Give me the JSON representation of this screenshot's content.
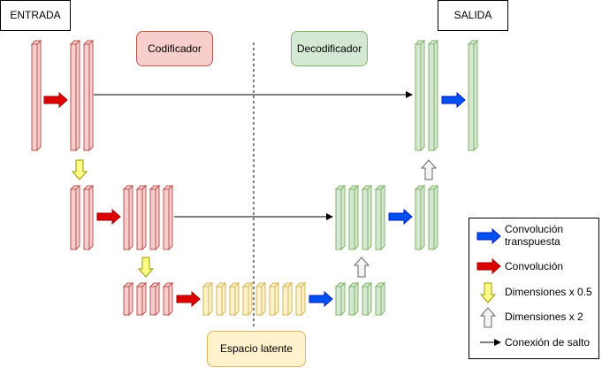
{
  "labels": {
    "input": "ENTRADA",
    "output": "SALIDA",
    "encoder": "Codificador",
    "decoder": "Decodificador",
    "latent": "Espacio latente"
  },
  "legend": {
    "items": [
      {
        "icon": "blue-arrow-icon",
        "text_lines": [
          "Convolución",
          "transpuesta"
        ]
      },
      {
        "icon": "red-arrow-icon",
        "text_lines": [
          "Convolución"
        ]
      },
      {
        "icon": "yellow-down-arrow-icon",
        "text_lines": [
          "Dimensiones x 0.5"
        ]
      },
      {
        "icon": "white-up-arrow-icon",
        "text_lines": [
          "Dimensiones x 2"
        ]
      },
      {
        "icon": "thin-arrow-icon",
        "text_lines": [
          "Conexión de salto"
        ]
      }
    ]
  },
  "colors": {
    "encoder_fill": "#f8cecc",
    "encoder_stroke": "#b85450",
    "decoder_fill": "#d5e8d4",
    "decoder_stroke": "#82b366",
    "latent_fill": "#fff2cc",
    "latent_stroke": "#d6b656",
    "red_arrow": "#dd0000",
    "blue_arrow": "#0050ef",
    "yellow_arrow": "#ffff88",
    "up_arrow": "#f5f5f5"
  }
}
